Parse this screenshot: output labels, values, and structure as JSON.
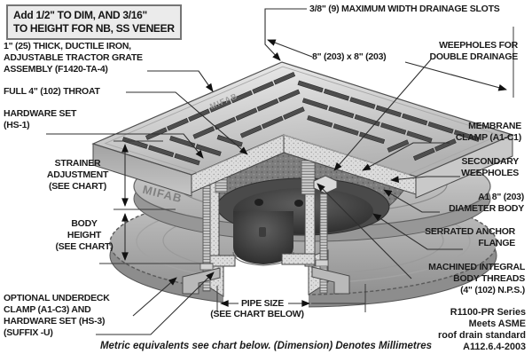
{
  "note_box": {
    "line1": "Add 1/2\" TO DIM, AND 3/16\"",
    "line2": "TO HEIGHT FOR NB, SS VENEER"
  },
  "labels": {
    "grate_assembly": {
      "lines": [
        "1\" (25) THICK, DUCTILE IRON,",
        "ADJUSTABLE TRACTOR GRATE",
        "ASSEMBLY (F1420-TA-4)"
      ]
    },
    "throat": "FULL 4\" (102) THROAT",
    "hardware_set": {
      "lines": [
        "HARDWARE SET",
        "(HS-1)"
      ]
    },
    "strainer_adjustment": {
      "lines": [
        "STRAINER",
        "ADJUSTMENT",
        "(SEE CHART)"
      ]
    },
    "body_height": {
      "lines": [
        "BODY",
        "HEIGHT",
        "(SEE CHART)"
      ]
    },
    "underdeck": {
      "lines": [
        "OPTIONAL UNDERDECK",
        "CLAMP (A1-C3) AND",
        "HARDWARE SET (HS-3)",
        "(SUFFIX -U)"
      ]
    },
    "drainage_slots": "3/8\" (9) MAXIMUM WIDTH DRAINAGE SLOTS",
    "grate_size": "8\" (203)  x 8\" (203)",
    "weepholes": {
      "lines": [
        "WEEPHOLES FOR",
        "DOUBLE DRAINAGE"
      ]
    },
    "membrane_clamp": {
      "lines": [
        "MEMBRANE",
        "CLAMP (A1-C1)"
      ]
    },
    "secondary_weepholes": {
      "lines": [
        "SECONDARY",
        "WEEPHOLES"
      ]
    },
    "diameter_body": {
      "lines": [
        "A1 8\" (203)",
        "DIAMETER BODY"
      ]
    },
    "serrated_flange": {
      "lines": [
        "SERRATED ANCHOR",
        "FLANGE"
      ]
    },
    "body_threads": {
      "lines": [
        "MACHINED INTEGRAL",
        "BODY THREADS",
        "(4\" (102) N.P.S.)"
      ]
    },
    "pipe_size": {
      "lines": [
        "PIPE SIZE",
        "(SEE CHART BELOW)"
      ]
    },
    "series_note": {
      "lines": [
        "R1100-PR Series",
        "Meets ASME",
        "roof drain standard",
        "A112.6.4-2003"
      ]
    },
    "footer": "Metric equivalents see chart below. (Dimension) Denotes Millimetres",
    "brand": "MIFAB"
  },
  "colors": {
    "metal_light": "#e9e9e9",
    "metal_mid": "#b9b9b9",
    "metal_dark": "#8f8f8f",
    "slot": "#4e4e4e",
    "interior_dark": "#2e2e2e",
    "leader_line": "#2f2f2f",
    "note_bg": "#ebebeb",
    "text": "#1b1b1b"
  }
}
